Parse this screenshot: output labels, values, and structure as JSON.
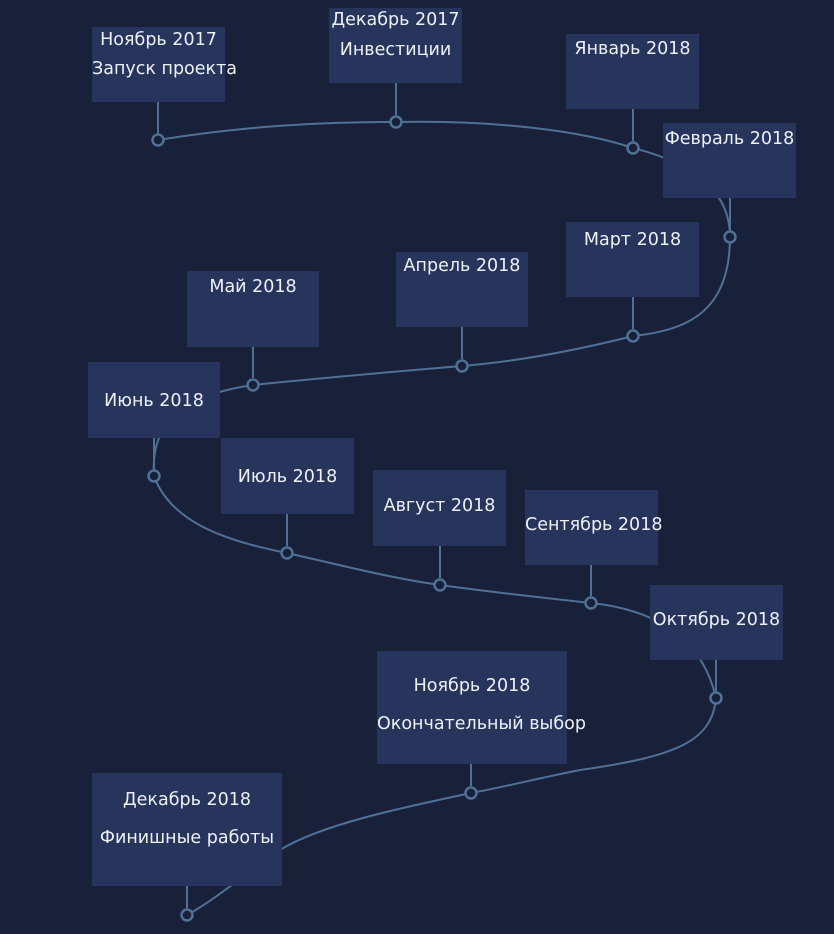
{
  "colors": {
    "background": "#192039",
    "card": "#27355d",
    "line": "#4f7195",
    "text": "#eef1f8"
  },
  "milestones": [
    {
      "month": "Ноябрь 2017",
      "event": "Запуск проекта"
    },
    {
      "month": "Декабрь 2017",
      "event": "Инвестиции"
    },
    {
      "month": "Январь 2018",
      "event": ""
    },
    {
      "month": "Февраль 2018",
      "event": ""
    },
    {
      "month": "Март 2018",
      "event": ""
    },
    {
      "month": "Апрель 2018",
      "event": ""
    },
    {
      "month": "Май 2018",
      "event": ""
    },
    {
      "month": "Июнь 2018",
      "event": ""
    },
    {
      "month": "Июль 2018",
      "event": ""
    },
    {
      "month": "Август 2018",
      "event": ""
    },
    {
      "month": "Сентябрь 2018",
      "event": ""
    },
    {
      "month": "Октябрь 2018",
      "event": ""
    },
    {
      "month": "Ноябрь 2018",
      "event": "Окончательный выбор"
    },
    {
      "month": "Декабрь 2018",
      "event": "Финишные работы"
    }
  ]
}
